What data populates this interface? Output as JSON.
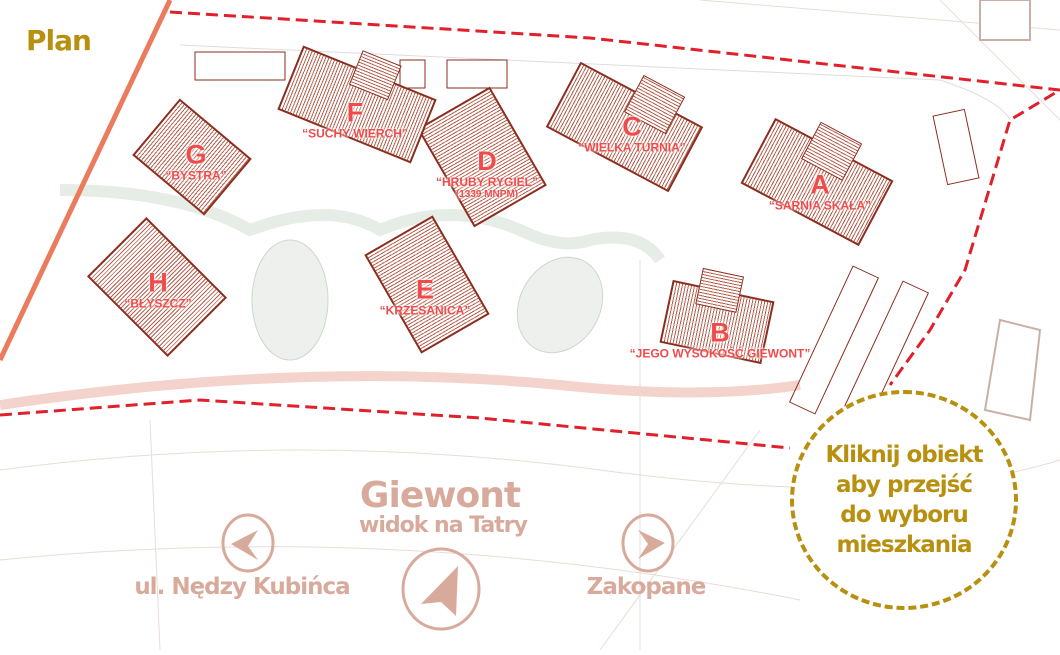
{
  "title": "Plan",
  "buildings": [
    {
      "letter": "A",
      "name": "“SARNIA SKAŁA”"
    },
    {
      "letter": "B",
      "name": "“JEGO WYSOKOŚĆ GIEWONT”"
    },
    {
      "letter": "C",
      "name": "“WIELKA TURNIA”"
    },
    {
      "letter": "D",
      "name": "“HRUBY RYGIEL”",
      "sub": "(1339 MNPM)"
    },
    {
      "letter": "E",
      "name": "“KRZESANICA”"
    },
    {
      "letter": "F",
      "name": "“SUCHY WIERCH”"
    },
    {
      "letter": "G",
      "name": "“BYSTRA”"
    },
    {
      "letter": "H",
      "name": "“BŁYSZCZ”"
    }
  ],
  "compass": {
    "heading": "Giewont",
    "subheading": "widok na Tatry",
    "left_label": "ul. Nędzy Kubińca",
    "right_label": "Zakopane"
  },
  "hint": "Kliknij obiekt aby przejść do wyboru mieszkania",
  "colors": {
    "label": "#f04b4b",
    "outline": "#8b2e1e",
    "gold": "#b8900f",
    "pink": "#d8aa9c",
    "boundary": "#e0202a"
  }
}
